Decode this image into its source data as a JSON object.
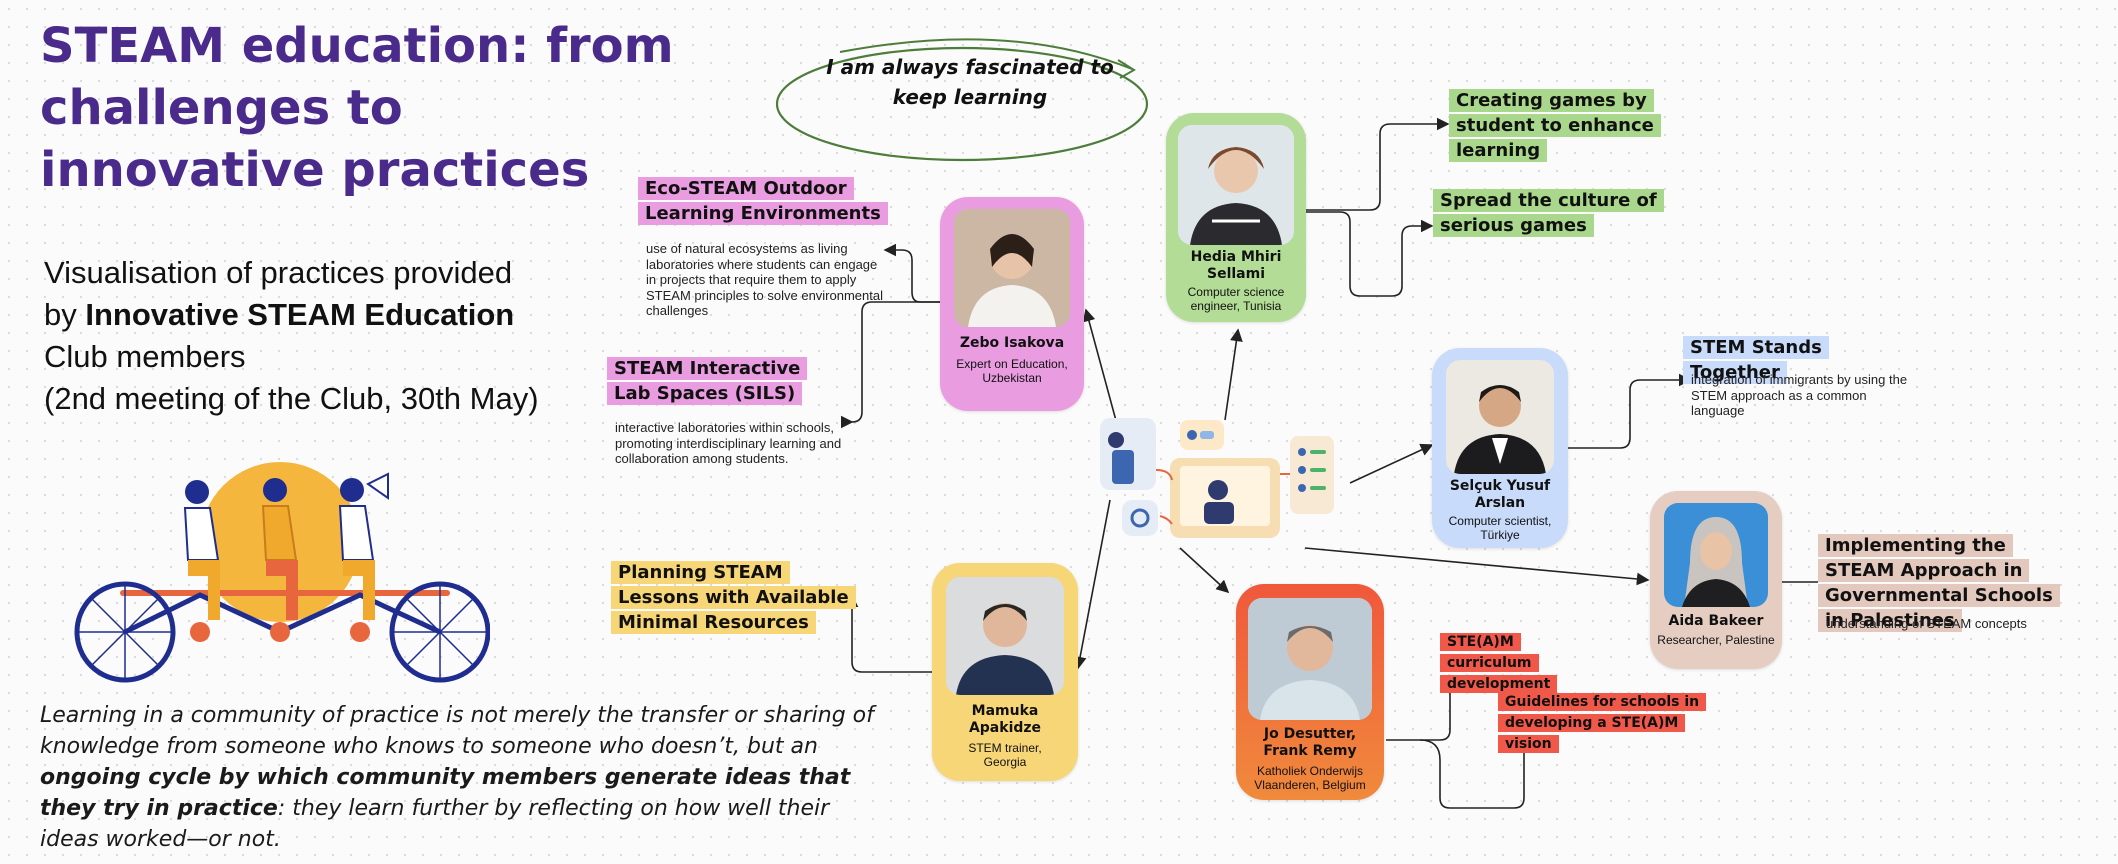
{
  "title": "STEAM education: from challenges to innovative practices",
  "subtitle": {
    "line1": "Visualisation of practices provided",
    "line2_prefix": "by ",
    "line2_bold": "Innovative STEAM Education",
    "line3": "Club members",
    "line4": "(2nd meeting of the Club, 30th May)"
  },
  "quote": {
    "part1": "Learning in a community of practice is not merely the transfer or sharing of knowledge from someone who knows to someone who doesn’t, but an ",
    "bold": "ongoing cycle by which community members generate ideas that they try in practice",
    "part2": ": they learn further by reflecting on how well their ideas worked—or not."
  },
  "speech_bubble": "I am always fascinated to keep learning",
  "people": {
    "zebo": {
      "name": "Zebo Isakova",
      "role": "Expert on Education, Uzbekistan",
      "color": "#e99de0"
    },
    "hedia": {
      "name": "Hedia Mhiri Sellami",
      "role": "Computer science engineer, Tunisia",
      "color": "#b3dd96"
    },
    "selcuk": {
      "name": "Selçuk Yusuf Arslan",
      "role": "Computer scientist, Türkiye",
      "color": "#c9dbfa"
    },
    "aida": {
      "name": "Aida Bakeer",
      "role": "Researcher, Palestine",
      "color": "#e6cdc2"
    },
    "mamuka": {
      "name": "Mamuka Apakidze",
      "role": "STEM trainer, Georgia",
      "color": "#f7d677"
    },
    "jo": {
      "name": "Jo Desutter, Frank Remy",
      "role": "Katholiek Onderwijs Vlaanderen, Belgium",
      "color": "#f0583c"
    }
  },
  "practices": {
    "eco": {
      "title": "Eco-STEAM Outdoor Learning Environments",
      "desc": "use of natural ecosystems as living laboratories where students can engage in projects that require them to apply STEAM principles to solve environmental challenges",
      "color": "#e99de0"
    },
    "sils": {
      "title": "STEAM Interactive Lab Spaces (SILS)",
      "desc": "interactive laboratories within schools, promoting interdisciplinary learning and collaboration among students.",
      "color": "#e99de0"
    },
    "planning": {
      "title": "Planning STEAM Lessons with Available Minimal Resources",
      "color": "#f7d677"
    },
    "games": {
      "title": "Creating games by student to enhance learning",
      "color": "#a9d88c"
    },
    "serious": {
      "title": "Spread the culture of serious games",
      "color": "#a9d88c"
    },
    "together": {
      "title": "STEM Stands Together",
      "desc": "integration of immigrants by using the STEM approach as a common language",
      "color": "#c9dbfa"
    },
    "palestine": {
      "title": "Implementing the STEAM Approach in Governmental Schools in Palestines",
      "desc": "understanding of STEAM concepts",
      "color": "#e3c9bd"
    },
    "curriculum": {
      "title": "STE(A)M curriculum development",
      "color": "#f0584a"
    },
    "guidelines": {
      "title": "Guidelines for schools in developing a STE(A)M vision",
      "color": "#f0584a"
    }
  },
  "icons": [
    "hub-illustration-icon",
    "tandem-bicycle-illustration",
    "person-photo-icon"
  ]
}
